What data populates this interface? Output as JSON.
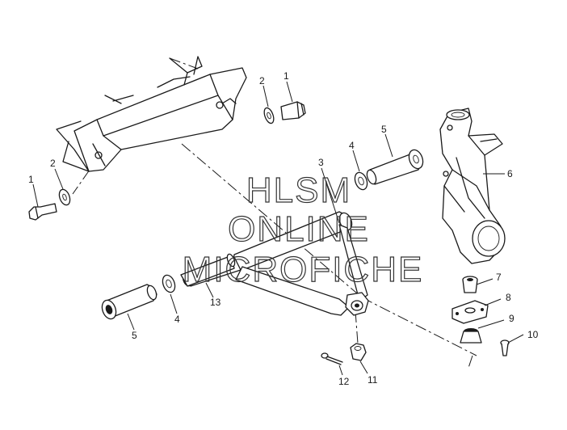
{
  "watermark": {
    "line1": "HLSM",
    "line2": "ONLINE",
    "line3": "MICROFICHE"
  },
  "callouts": [
    {
      "id": "c1a",
      "label": "1"
    },
    {
      "id": "c2a",
      "label": "2"
    },
    {
      "id": "c1b",
      "label": "1"
    },
    {
      "id": "c2b",
      "label": "2"
    },
    {
      "id": "c3",
      "label": "3"
    },
    {
      "id": "c4a",
      "label": "4"
    },
    {
      "id": "c5a",
      "label": "5"
    },
    {
      "id": "c6",
      "label": "6"
    },
    {
      "id": "c13",
      "label": "13"
    },
    {
      "id": "c5b",
      "label": "5"
    },
    {
      "id": "c4b",
      "label": "4"
    },
    {
      "id": "c7",
      "label": "7"
    },
    {
      "id": "c8",
      "label": "8"
    },
    {
      "id": "c9",
      "label": "9"
    },
    {
      "id": "c10",
      "label": "10"
    },
    {
      "id": "c11",
      "label": "11"
    },
    {
      "id": "c12",
      "label": "12"
    }
  ]
}
